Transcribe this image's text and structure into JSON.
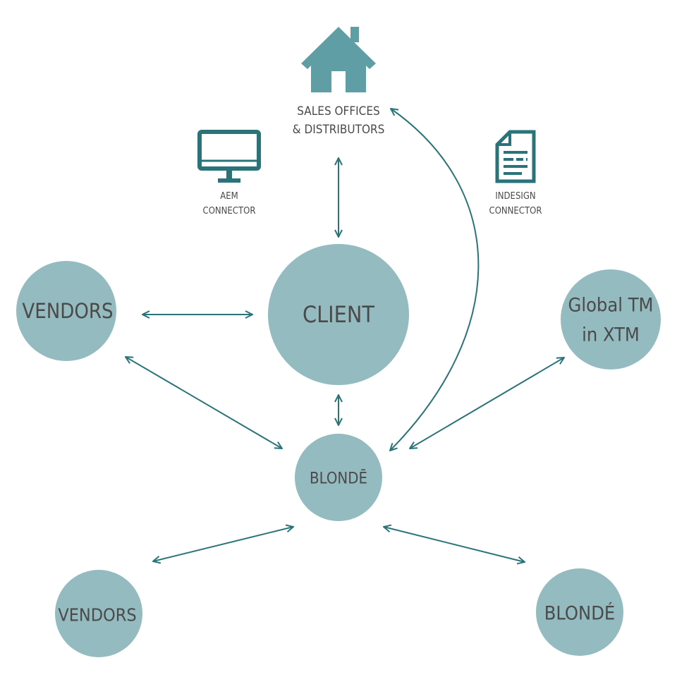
{
  "nodes": {
    "client": "CLIENT",
    "vendors_top": "VENDORS",
    "global_tm_line1": "Global TM",
    "global_tm_line2": "in XTM",
    "blonde_center": "BLONDĒ",
    "vendors_bottom": "VENDORS",
    "blonde_bottom": "BLONDÉ"
  },
  "sales": {
    "icon": "house-icon",
    "line1": "SALES OFFICES",
    "line2": "& DISTRIBUTORS"
  },
  "aem": {
    "icon": "monitor-icon",
    "line1": "AEM",
    "line2": "CONNECTOR"
  },
  "indesign": {
    "icon": "document-icon",
    "line1": "INDESIGN",
    "line2": "CONNECTOR"
  },
  "colors": {
    "circle": "#93bbc0",
    "arrow": "#2a7479",
    "icon": "#5f9ea4",
    "text": "#4a4a4a"
  }
}
